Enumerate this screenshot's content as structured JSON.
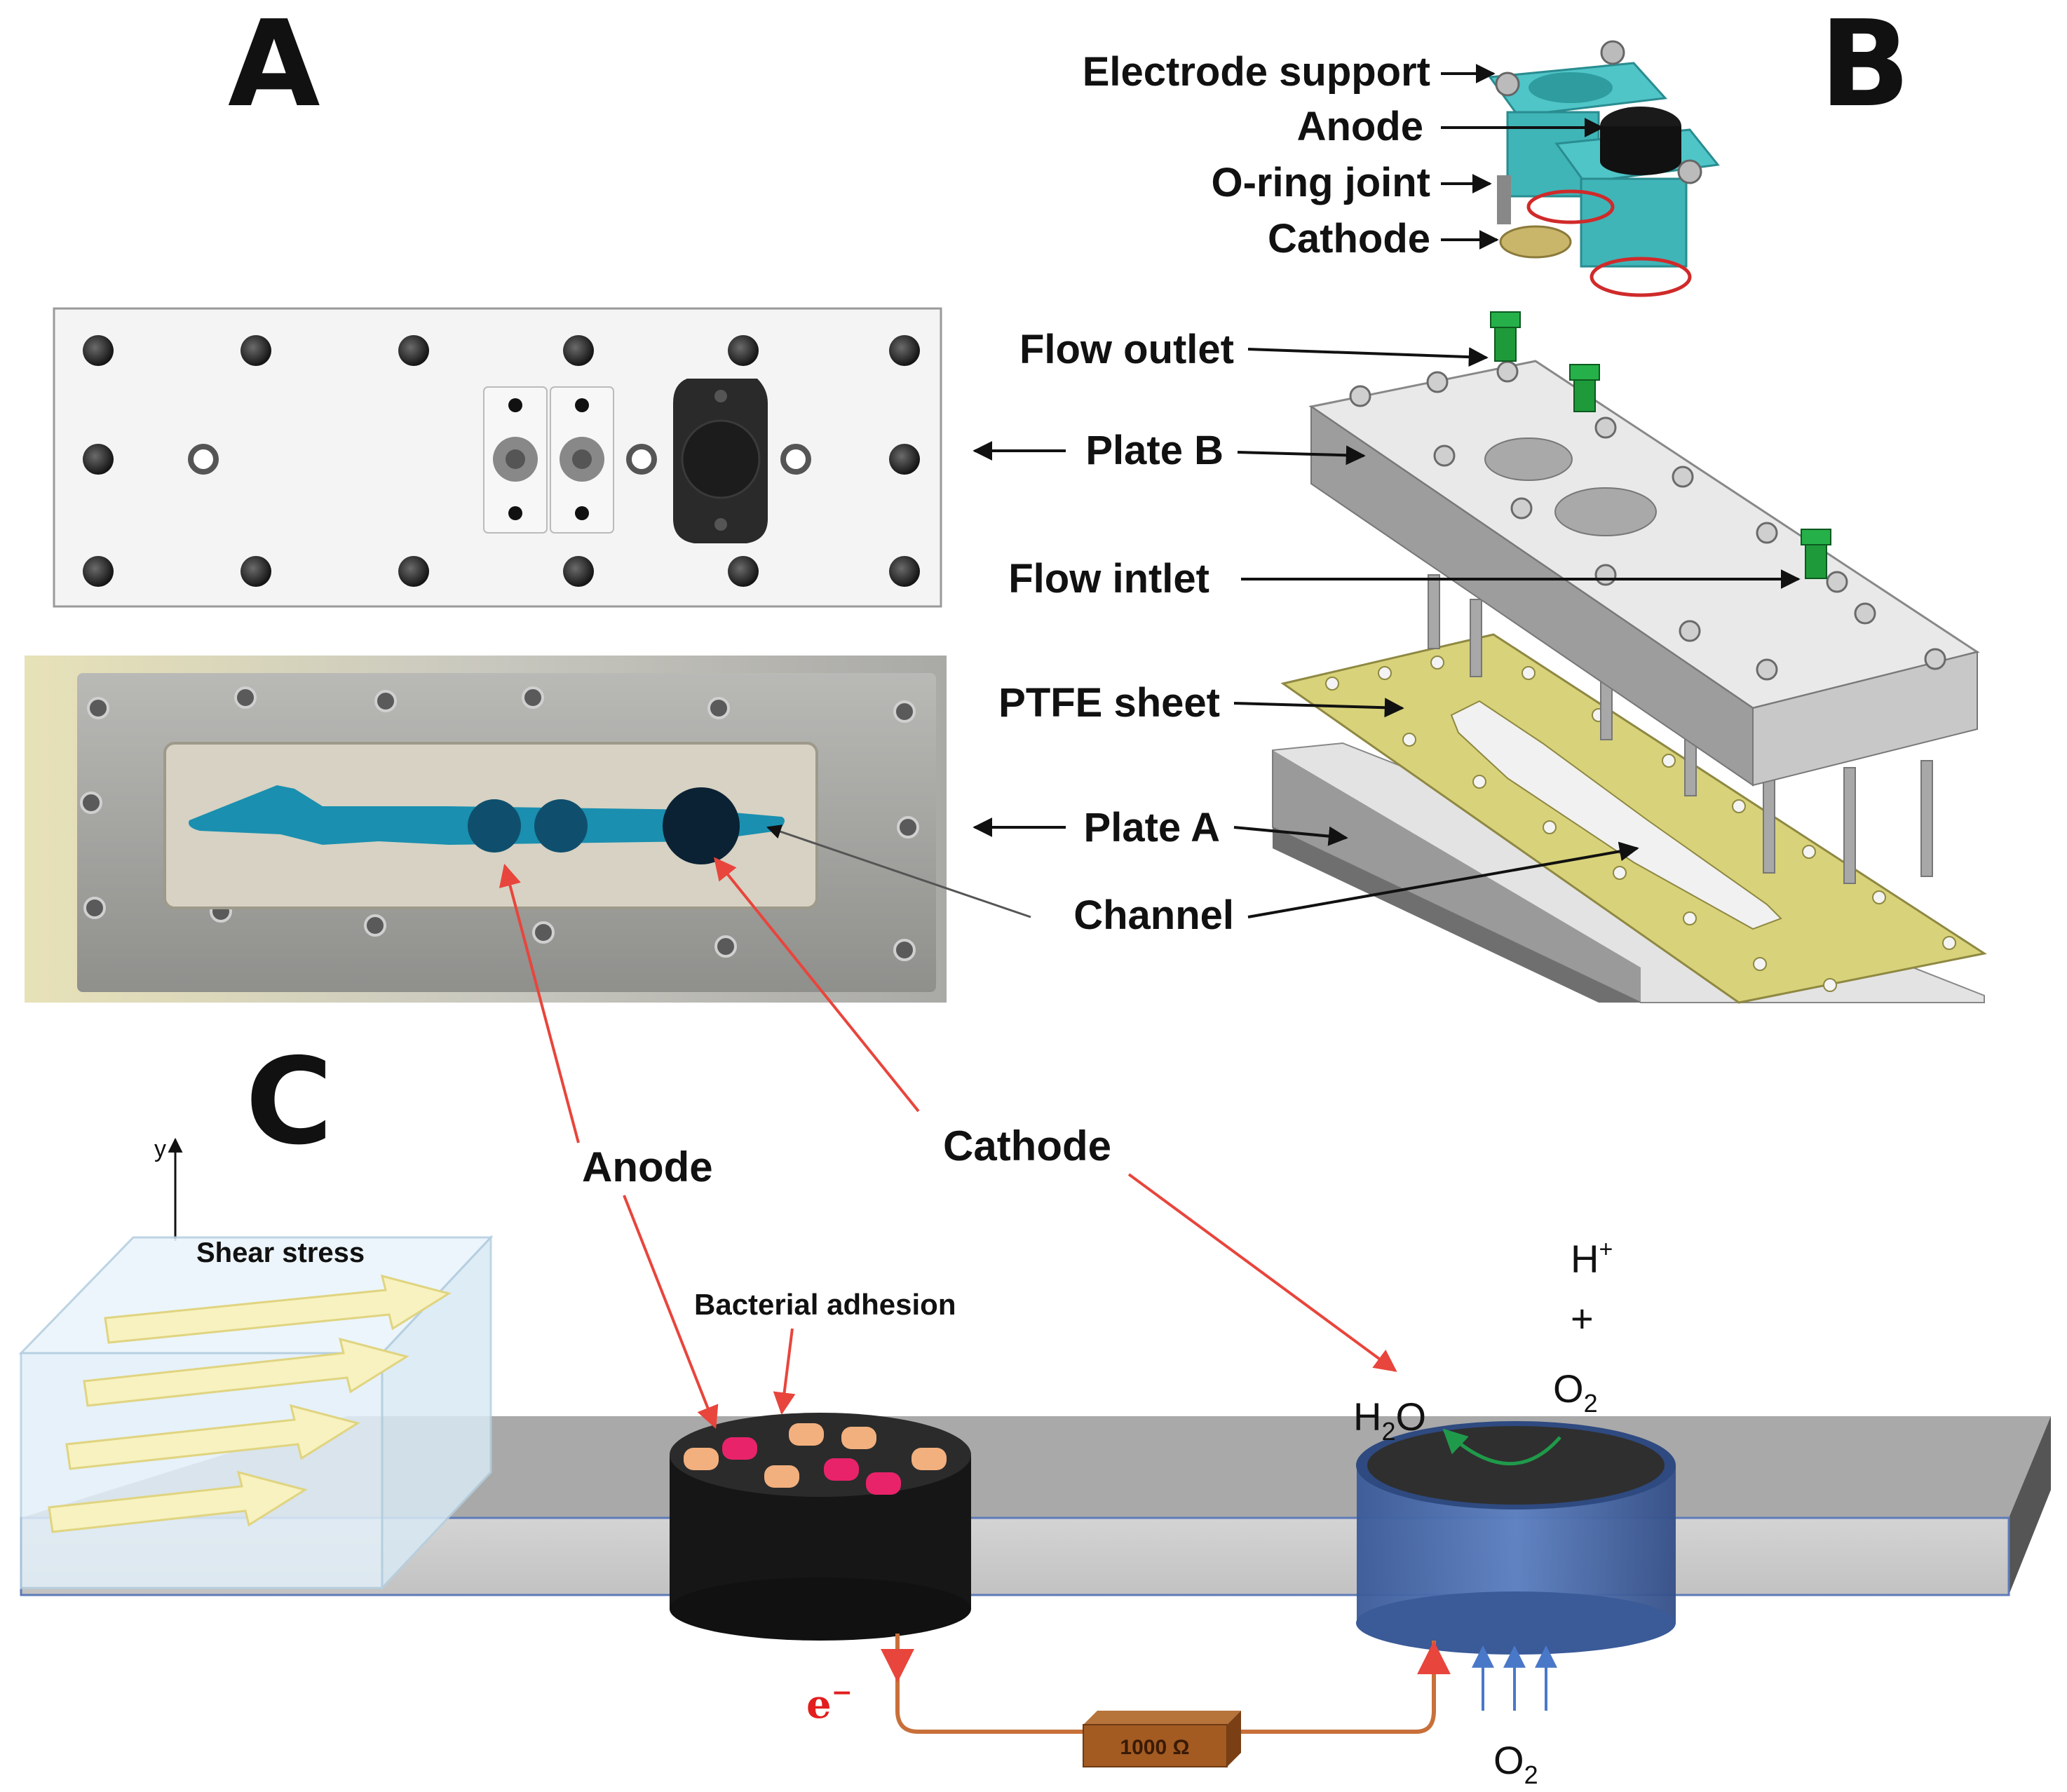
{
  "panels": {
    "a": "A",
    "b": "B",
    "c": "C"
  },
  "panel_b": {
    "electrode_support": "Electrode support",
    "anode": "Anode",
    "o_ring_joint": "O-ring joint",
    "cathode": "Cathode",
    "flow_outlet": "Flow outlet",
    "plate_b": "Plate B",
    "flow_inlet": "Flow intlet",
    "ptfe_sheet": "PTFE sheet",
    "plate_a": "Plate A",
    "channel": "Channel"
  },
  "panel_c": {
    "axis_y": "y",
    "shear_stress": "Shear stress",
    "anode": "Anode",
    "cathode": "Cathode",
    "bacterial_adhesion": "Bacterial adhesion",
    "h_plus": "H",
    "h_plus_sup": "+",
    "plus": "+",
    "o2_top": "O",
    "o2_top_sub": "2",
    "h2o_h": "H",
    "h2o_sub": "2",
    "h2o_o": "O",
    "electron": "e",
    "electron_sup": "−",
    "resistor": "1000 Ω",
    "o2_bottom": "O",
    "o2_bottom_sub": "2"
  },
  "colors": {
    "label_text": "#111111",
    "red_arrows": "#e8453c",
    "wire": "#c8703a",
    "channel_blue": "#1a8fb0",
    "ptfe_yellow": "#d8d27a",
    "cathode_blue": "#3f5f9c",
    "anode_black": "#1a1a1a",
    "shear_arrow": "#f5f0b0",
    "o2_arrow": "#4a78c8",
    "plate_grey": "#c9c9c9"
  }
}
